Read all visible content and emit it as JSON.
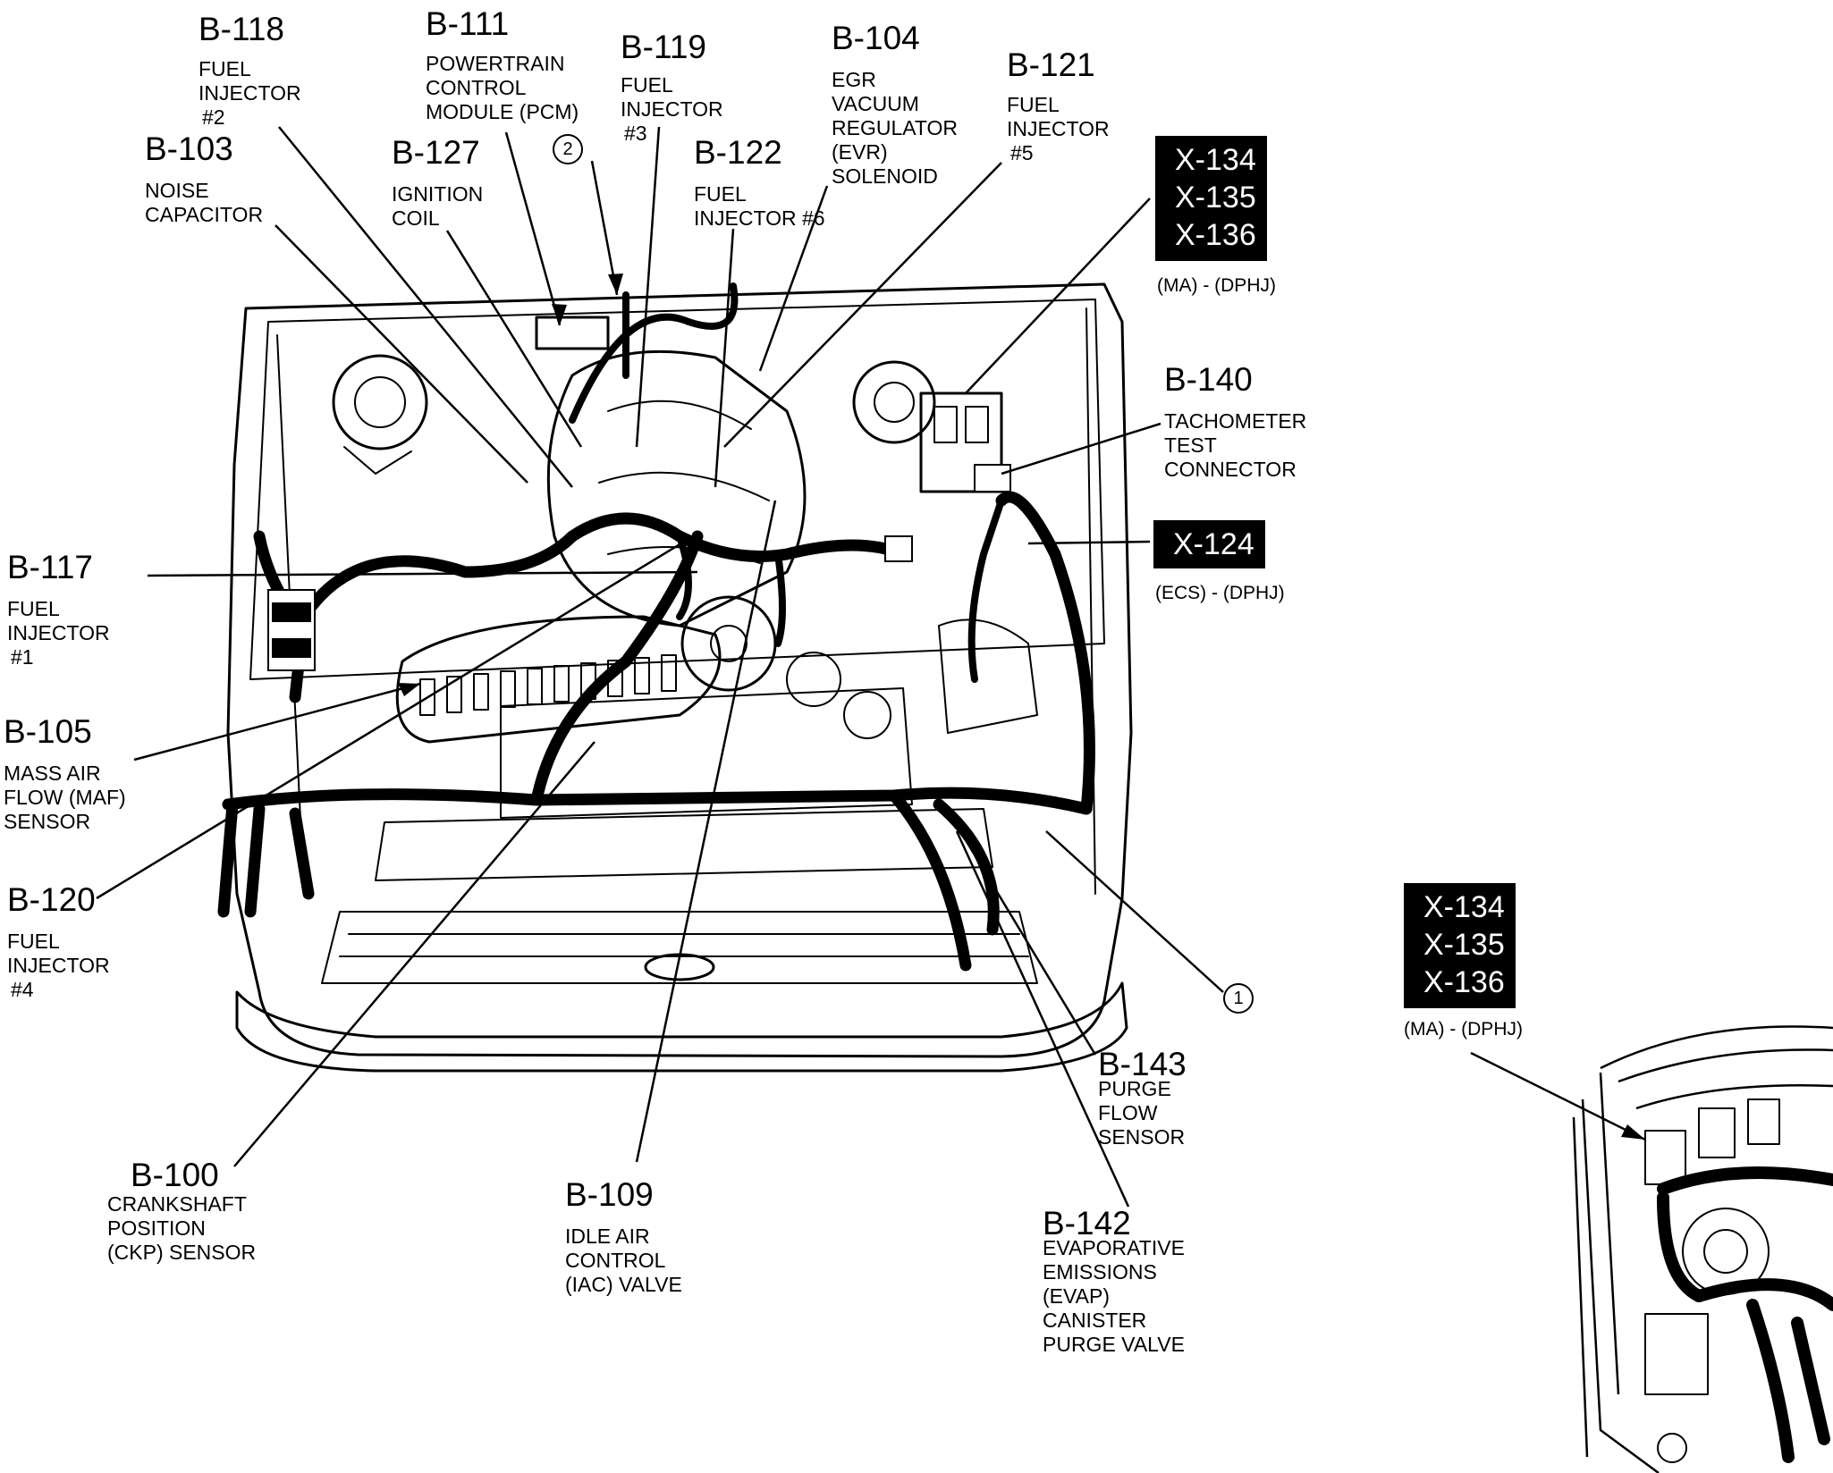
{
  "callouts": [
    {
      "code": "B-118",
      "lines": [
        "FUEL",
        "INJECTOR",
        "#2"
      ]
    },
    {
      "code": "B-111",
      "lines": [
        "POWERTRAIN",
        "CONTROL",
        "MODULE (PCM)"
      ]
    },
    {
      "code": "B-119",
      "lines": [
        "FUEL",
        "INJECTOR",
        "#3"
      ]
    },
    {
      "code": "B-104",
      "lines": [
        "EGR",
        "VACUUM",
        "REGULATOR",
        "(EVR)",
        "SOLENOID"
      ]
    },
    {
      "code": "B-121",
      "lines": [
        "FUEL",
        "INJECTOR",
        "#5"
      ]
    },
    {
      "code": "B-103",
      "lines": [
        "NOISE",
        "CAPACITOR"
      ]
    },
    {
      "code": "B-127",
      "lines": [
        "IGNITION",
        "COIL"
      ]
    },
    {
      "code": "B-122",
      "lines": [
        "FUEL",
        "INJECTOR #6"
      ]
    },
    {
      "code": "B-140",
      "lines": [
        "TACHOMETER",
        "TEST",
        "CONNECTOR"
      ]
    },
    {
      "code": "B-117",
      "lines": [
        "FUEL",
        "INJECTOR",
        "#1"
      ]
    },
    {
      "code": "B-105",
      "lines": [
        "MASS AIR",
        "FLOW (MAF)",
        "SENSOR"
      ]
    },
    {
      "code": "B-120",
      "lines": [
        "FUEL",
        "INJECTOR",
        "#4"
      ]
    },
    {
      "code": "B-100",
      "lines": [
        "CRANKSHAFT",
        "POSITION",
        "(CKP) SENSOR"
      ]
    },
    {
      "code": "B-109",
      "lines": [
        "IDLE AIR",
        "CONTROL",
        "(IAC) VALVE"
      ]
    },
    {
      "code": "B-143",
      "lines": [
        "PURGE",
        "FLOW",
        "SENSOR"
      ]
    },
    {
      "code": "B-142",
      "lines": [
        "EVAPORATIVE",
        "EMISSIONS",
        "(EVAP)",
        "CANISTER",
        "PURGE VALVE"
      ]
    }
  ],
  "connector_boxes": [
    {
      "lines": [
        "X-134",
        "X-135",
        "X-136"
      ],
      "caption": "(MA) - (DPHJ)"
    },
    {
      "lines": [
        "X-124"
      ],
      "caption": "(ECS) - (DPHJ)"
    },
    {
      "lines": [
        "X-134",
        "X-135",
        "X-136"
      ],
      "caption": "(MA) - (DPHJ)"
    }
  ],
  "markers": [
    "2",
    "1"
  ]
}
